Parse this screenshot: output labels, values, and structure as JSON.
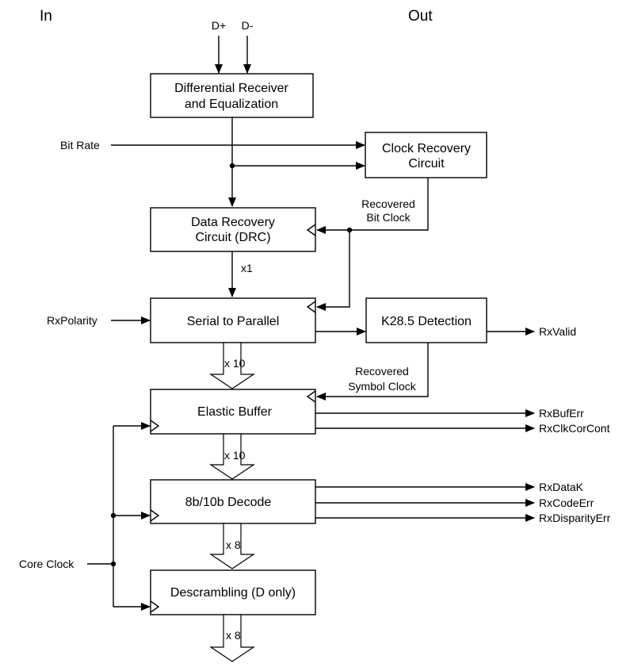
{
  "headers": {
    "in": "In",
    "out": "Out"
  },
  "inputs": {
    "d_plus": "D+",
    "d_minus": "D-",
    "bit_rate": "Bit Rate",
    "rx_polarity": "RxPolarity",
    "core_clock": "Core Clock"
  },
  "blocks": {
    "diff_rx_line1": "Differential Receiver",
    "diff_rx_line2": "and Equalization",
    "clock_recovery_line1": "Clock Recovery",
    "clock_recovery_line2": "Circuit",
    "drc_line1": "Data Recovery",
    "drc_line2": "Circuit (DRC)",
    "serial_to_parallel": "Serial to Parallel",
    "k285": "K28.5 Detection",
    "elastic_buffer": "Elastic Buffer",
    "decode": "8b/10b Decode",
    "descrambling": "Descrambling (D only)"
  },
  "signals": {
    "recovered_bit_clock_line1": "Recovered",
    "recovered_bit_clock_line2": "Bit Clock",
    "recovered_symbol_clock_line1": "Recovered",
    "recovered_symbol_clock_line2": "Symbol Clock",
    "x1": "x1",
    "x10_a": "x 10",
    "x10_b": "x 10",
    "x8_a": "x 8",
    "x8_b": "x 8"
  },
  "outputs": {
    "rx_valid": "RxValid",
    "rx_buf_err": "RxBufErr",
    "rx_clk_cor_cont": "RxClkCorCont",
    "rx_data_k": "RxDataK",
    "rx_code_err": "RxCodeErr",
    "rx_disparity_err": "RxDisparityErr"
  }
}
